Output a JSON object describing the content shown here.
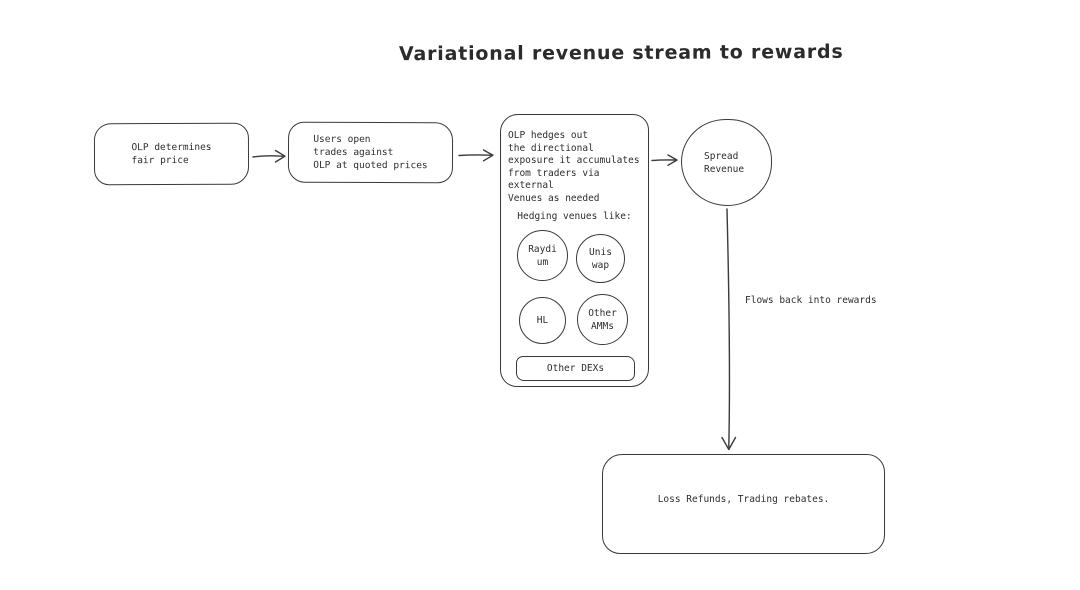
{
  "title": "Variational revenue stream to rewards",
  "flow": {
    "box1": {
      "text": "OLP determines\nfair price"
    },
    "box2": {
      "text": "Users open\ntrades against\nOLP at quoted prices"
    },
    "hedge": {
      "text": "OLP hedges out\nthe directional\nexposure it accumulates\nfrom traders via external\nVenues as needed",
      "subtitle": "Hedging venues like:",
      "venues": [
        {
          "label": "Raydi\num"
        },
        {
          "label": "Unis\nwap"
        },
        {
          "label": "HL"
        },
        {
          "label": "Other\nAMMs"
        }
      ],
      "other_dexs_label": "Other DEXs"
    },
    "spread": {
      "text": "Spread\nRevenue"
    },
    "flow_note": "Flows back into rewards",
    "rewards": {
      "text": "Loss Refunds, Trading rebates."
    }
  },
  "colors": {
    "stroke": "#3a3a3a",
    "text": "#2e2e2e",
    "background": "#ffffff"
  }
}
